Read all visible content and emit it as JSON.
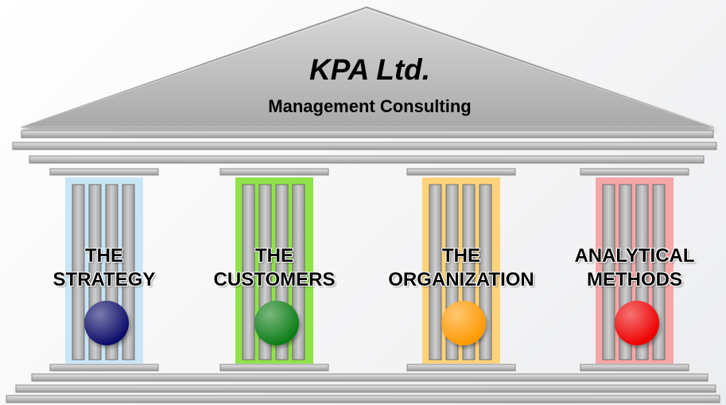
{
  "header": {
    "title": "KPA Ltd.",
    "subtitle": "Management Consulting"
  },
  "pillars": [
    {
      "line1": "THE",
      "line2": "STRATEGY",
      "tint": "#c9e6f7",
      "circle": "#0a0a6b"
    },
    {
      "line1": "THE",
      "line2": "CUSTOMERS",
      "tint": "#8fe24a",
      "circle": "#0b7d12"
    },
    {
      "line1": "THE",
      "line2": "ORGANIZATION",
      "tint": "#ffd37a",
      "circle": "#ff9900"
    },
    {
      "line1": "ANALYTICAL",
      "line2": "METHODS",
      "tint": "#f6a6a6",
      "circle": "#ee0000"
    }
  ]
}
